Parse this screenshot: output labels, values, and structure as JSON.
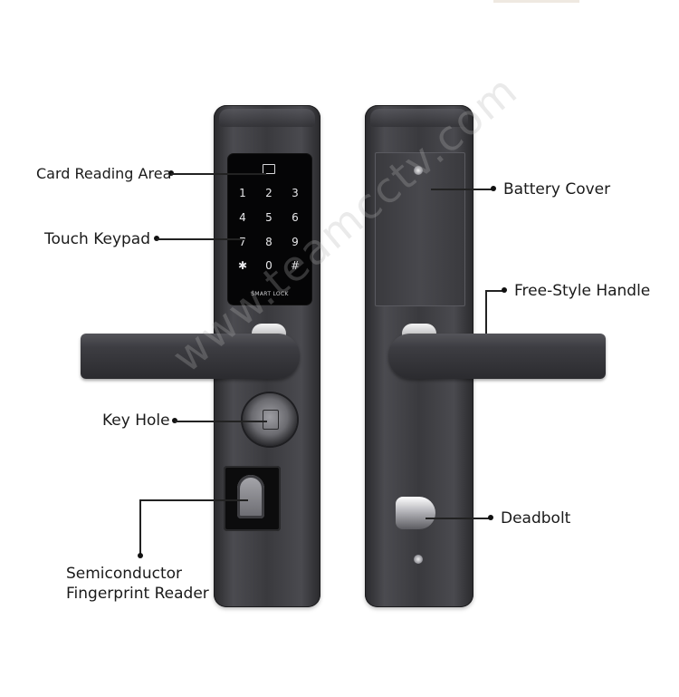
{
  "callouts": {
    "card_reading_area": "Card Reading Area",
    "touch_keypad": "Touch Keypad",
    "key_hole": "Key Hole",
    "fingerprint_line1": "Semiconductor",
    "fingerprint_line2": "Fingerprint Reader",
    "battery_cover": "Battery Cover",
    "free_style_handle": "Free-Style Handle",
    "deadbolt": "Deadbolt"
  },
  "keypad": {
    "keys": [
      "1",
      "2",
      "3",
      "4",
      "5",
      "6",
      "7",
      "8",
      "9",
      "✱",
      "0",
      "#"
    ],
    "brand": "SMART LOCK"
  },
  "watermark": "www.teamcctv.com",
  "colors": {
    "plate": "#3a3a3e",
    "screen": "#050506",
    "text": "#1a1a1a"
  },
  "icons": {
    "card_reader": "card-reader-icon"
  }
}
